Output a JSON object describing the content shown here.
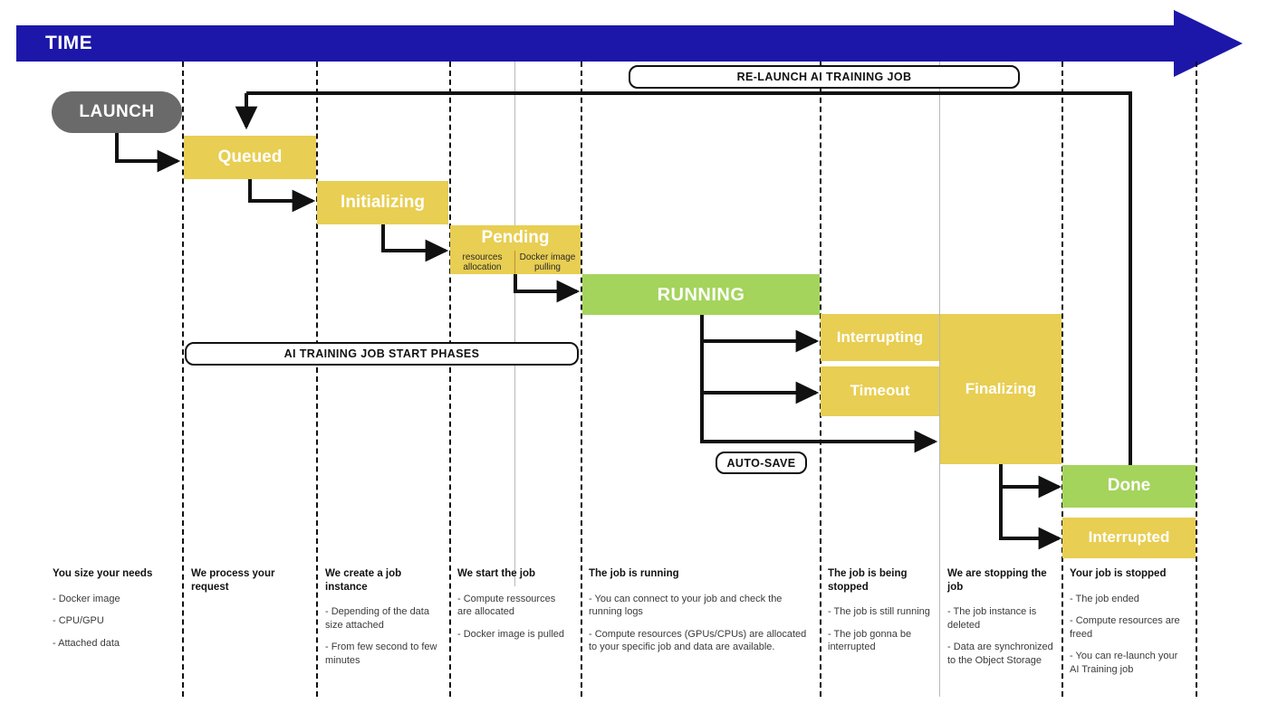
{
  "banner": {
    "label": "TIME",
    "color": "#1c17a8"
  },
  "launch": {
    "label": "LAUNCH",
    "color": "#6a6a6a"
  },
  "annotations": {
    "relaunch": "RE-LAUNCH AI TRAINING JOB",
    "start_phases": "AI TRAINING JOB START PHASES",
    "autosave": "AUTO-SAVE"
  },
  "colors": {
    "yellow": "#e8ce52",
    "green": "#a4d45c",
    "gray": "#6a6a6a",
    "blue": "#1c17a8"
  },
  "states": [
    {
      "id": "queued",
      "label": "Queued",
      "color": "#e8ce52"
    },
    {
      "id": "initializing",
      "label": "Initializing",
      "color": "#e8ce52"
    },
    {
      "id": "pending",
      "label": "Pending",
      "color": "#e8ce52"
    },
    {
      "id": "running",
      "label": "RUNNING",
      "color": "#a4d45c"
    },
    {
      "id": "interrupting",
      "label": "Interrupting",
      "color": "#e8ce52"
    },
    {
      "id": "timeout",
      "label": "Timeout",
      "color": "#e8ce52"
    },
    {
      "id": "finalizing",
      "label": "Finalizing",
      "color": "#e8ce52"
    },
    {
      "id": "done",
      "label": "Done",
      "color": "#a4d45c"
    },
    {
      "id": "interrupted",
      "label": "Interrupted",
      "color": "#e8ce52"
    }
  ],
  "pending_substates": [
    {
      "id": "resources-allocation",
      "label": "resources allocation"
    },
    {
      "id": "docker-image-pulling",
      "label": "Docker image pulling"
    }
  ],
  "columns": [
    {
      "id": "size-needs",
      "title": "You size your needs",
      "bullets": [
        "- Docker image",
        "- CPU/GPU",
        "- Attached data"
      ]
    },
    {
      "id": "process-request",
      "title": "We process your request",
      "bullets": []
    },
    {
      "id": "create-instance",
      "title": "We create a job instance",
      "bullets": [
        "- Depending of the data size attached",
        "- From few second to few minutes"
      ]
    },
    {
      "id": "start-job",
      "title": "We start the job",
      "bullets": [
        "- Compute ressources are allocated",
        "- Docker image is pulled"
      ]
    },
    {
      "id": "job-running",
      "title": "The job is running",
      "bullets": [
        "- You can connect to your job and check the running logs",
        "- Compute resources (GPUs/CPUs) are allocated to your specific job and data are available."
      ]
    },
    {
      "id": "job-stopping",
      "title": "The job is being stopped",
      "bullets": [
        "- The job is still running",
        "- The job gonna be interrupted"
      ]
    },
    {
      "id": "we-stopping",
      "title": "We are stopping the job",
      "bullets": [
        "- The job instance is deleted",
        "- Data are synchronized to the Object Storage"
      ]
    },
    {
      "id": "job-stopped",
      "title": "Your job is stopped",
      "bullets": [
        "- The job ended",
        "- Compute resources are freed",
        "- You can re-launch your AI Training job"
      ]
    }
  ]
}
